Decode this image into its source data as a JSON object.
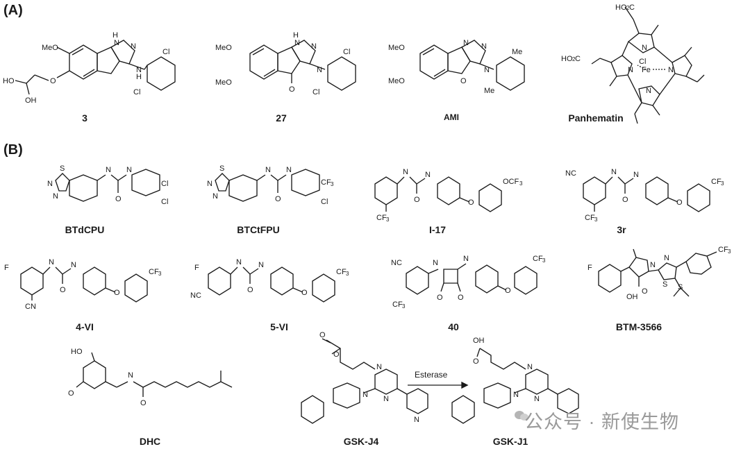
{
  "panels": {
    "a": "(A)",
    "b": "(B)"
  },
  "compounds": {
    "c3": "3",
    "c27": "27",
    "ami": "AMI",
    "panhematin": "Panhematin",
    "btdcpu": "BTdCPU",
    "btctfpu": "BTCtFPU",
    "i17": "I-17",
    "c3r": "3r",
    "c4vi": "4-VI",
    "c5vi": "5-VI",
    "c40": "40",
    "btm3566": "BTM-3566",
    "dhc": "DHC",
    "gskj4": "GSK-J4",
    "gskj1": "GSK-J1"
  },
  "arrow": {
    "label": "Esterase"
  },
  "atoms": {
    "meo": "MeO",
    "ho": "HO",
    "oh": "OH",
    "nh": "N",
    "h": "H",
    "n": "N",
    "o": "O",
    "s": "S",
    "cl": "Cl",
    "f": "F",
    "cn": "CN",
    "nc": "NC",
    "cf3": "CF",
    "ocf3": "OCF",
    "three": "3",
    "me": "Me",
    "fe": "Fe",
    "clminus": "Cl",
    "ho2c": "HO",
    "co2h": "C",
    "two": "2"
  },
  "watermark": {
    "text": "公众号 · 新使生物"
  }
}
